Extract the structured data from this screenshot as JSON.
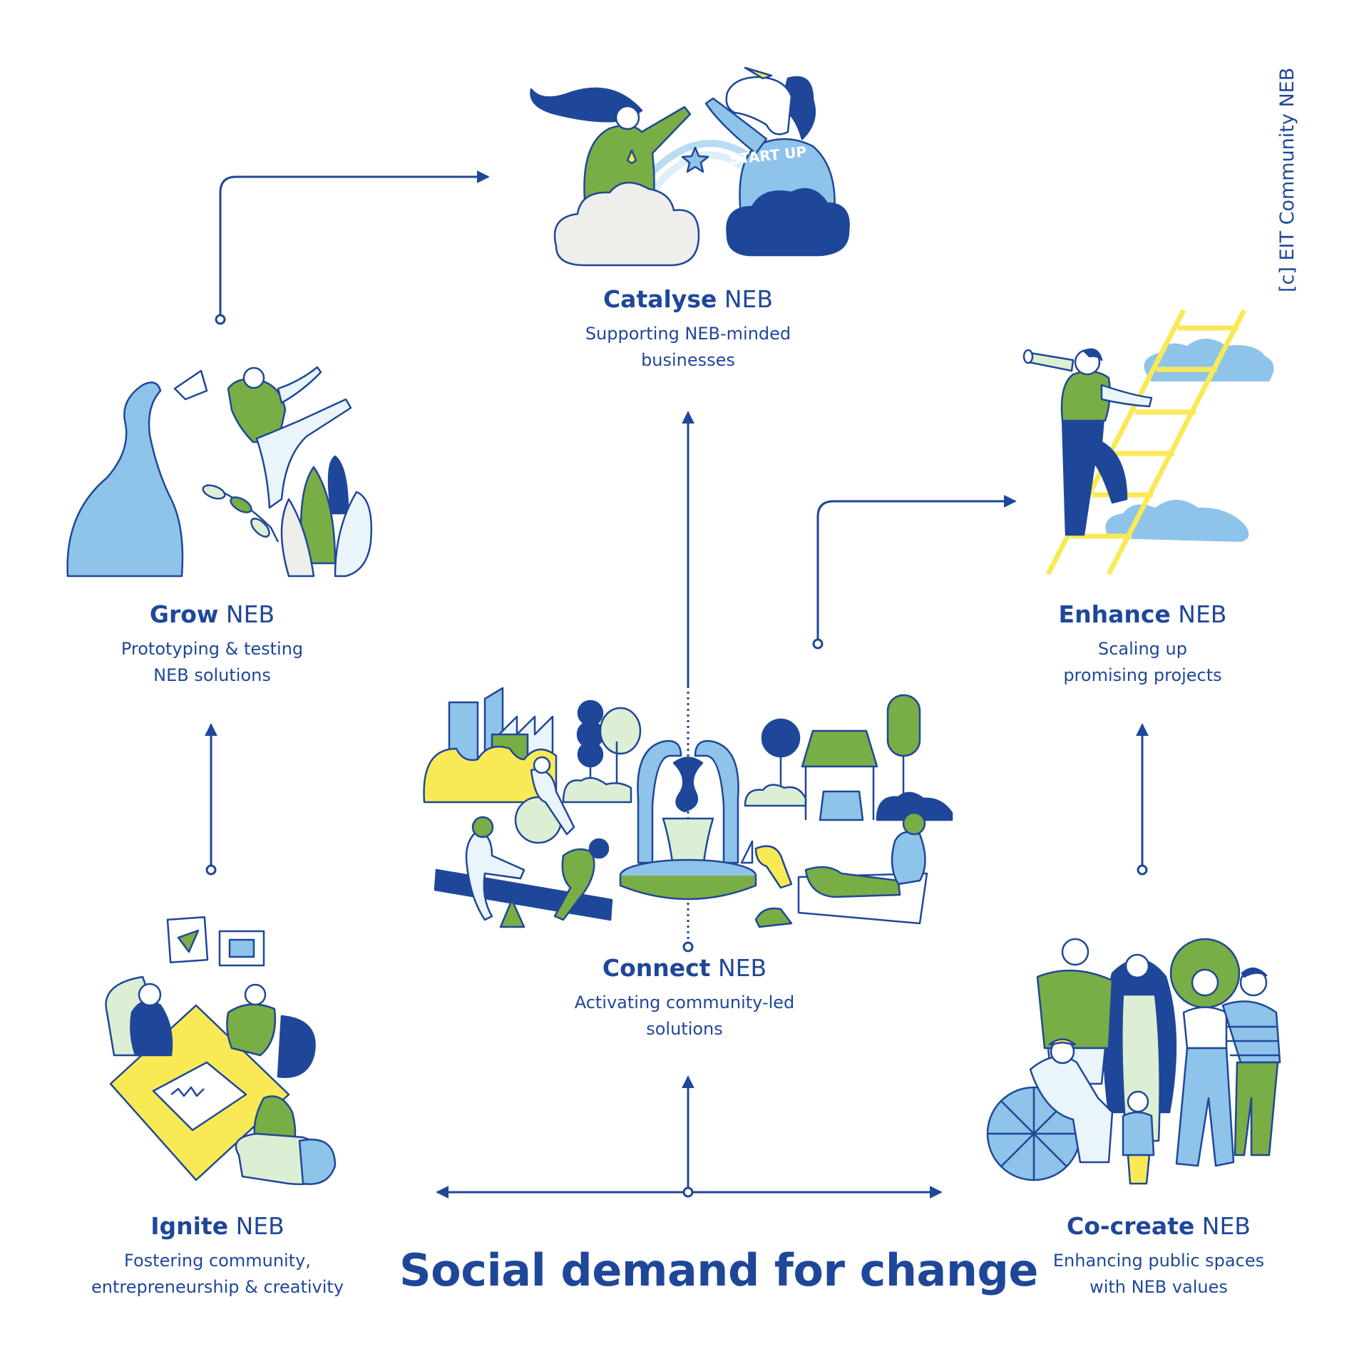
{
  "copyright": "[c] EIT Community NEB",
  "headline": "Social demand for change",
  "stages": {
    "catalyse": {
      "bold": "Catalyse",
      "suffix": " NEB",
      "line1": "Supporting NEB-minded",
      "line2": "businesses"
    },
    "grow": {
      "bold": "Grow",
      "suffix": " NEB",
      "line1": "Prototyping & testing",
      "line2": "NEB solutions"
    },
    "enhance": {
      "bold": "Enhance",
      "suffix": " NEB",
      "line1": "Scaling up",
      "line2": "promising projects"
    },
    "connect": {
      "bold": "Connect",
      "suffix": " NEB",
      "line1": "Activating community-led",
      "line2": "solutions"
    },
    "ignite": {
      "bold": "Ignite",
      "suffix": " NEB",
      "line1": "Fostering community,",
      "line2": "entrepreneurship & creativity"
    },
    "cocreate": {
      "bold": "Co-create",
      "suffix": " NEB",
      "line1": "Enhancing public spaces",
      "line2": "with NEB values"
    }
  },
  "illustrations": {
    "start_up_shirt": "START UP"
  },
  "colors": {
    "navy": "#1f4799",
    "green": "#79ad45",
    "light_blue": "#8ec3ea",
    "yellow": "#f9ea55",
    "pale_green": "#dcefd4"
  }
}
